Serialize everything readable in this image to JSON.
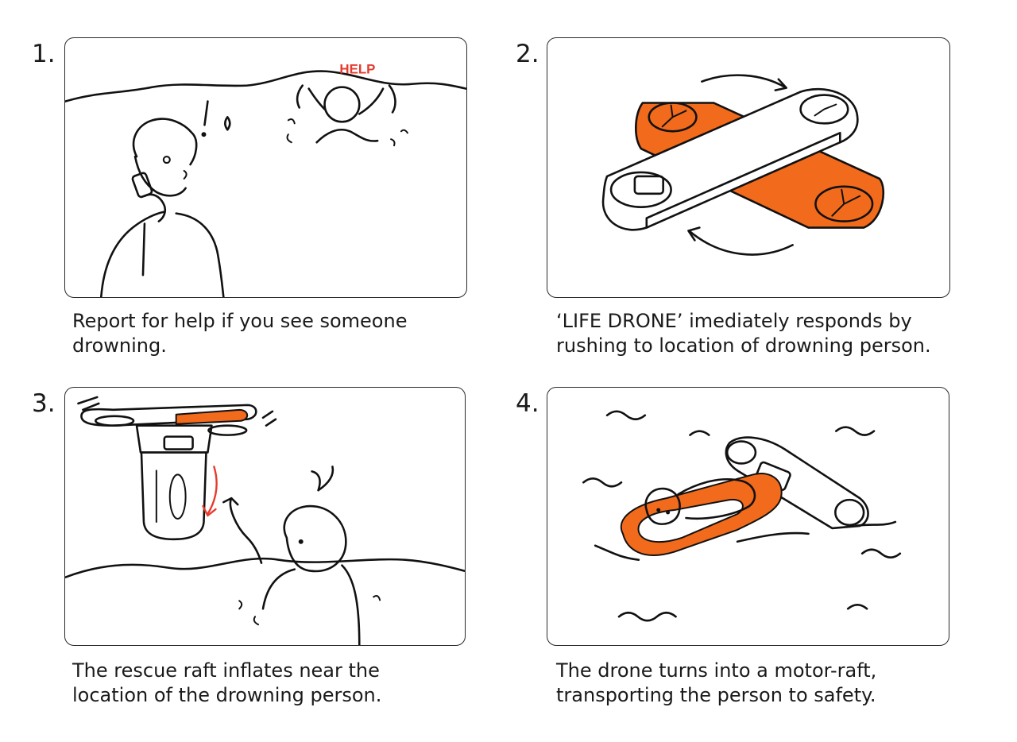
{
  "colors": {
    "accent": "#f26a1b",
    "help_text": "#e63b2e",
    "ink": "#111111"
  },
  "steps": [
    {
      "number": "1.",
      "caption": "Report for help if you see someone drowning.",
      "bubble": "HELP"
    },
    {
      "number": "2.",
      "caption": "‘LIFE DRONE’ imediately responds by rushing to location of drowning person."
    },
    {
      "number": "3.",
      "caption": "The rescue raft inflates near the location of the drowning person."
    },
    {
      "number": "4.",
      "caption": "The drone turns into a motor-raft, transporting the person to safety."
    }
  ]
}
